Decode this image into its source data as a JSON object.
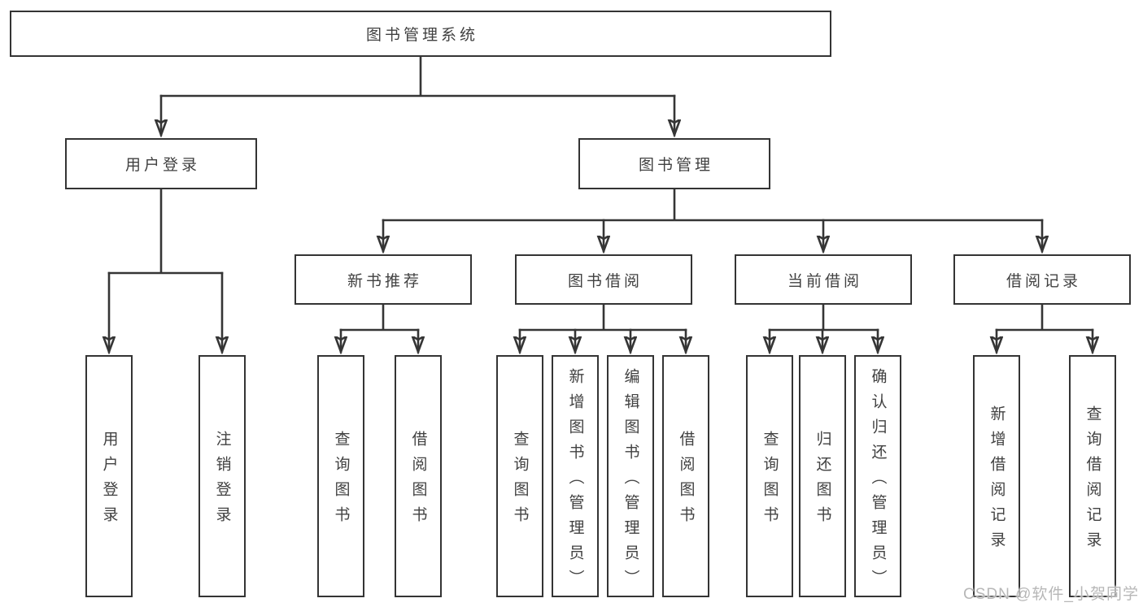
{
  "diagram": {
    "root": "图书管理系统",
    "user_login": {
      "label": "用户登录",
      "children": [
        "用户登录",
        "注销登录"
      ]
    },
    "book_mgmt": {
      "label": "图书管理",
      "sections": {
        "new_books": {
          "label": "新书推荐",
          "children": [
            "查询图书",
            "借阅图书"
          ]
        },
        "book_borrow": {
          "label": "图书借阅",
          "children": [
            "查询图书",
            "新增图书（管理员）",
            "编辑图书（管理员）",
            "借阅图书"
          ]
        },
        "current_borrow": {
          "label": "当前借阅",
          "children": [
            "查询图书",
            "归还图书",
            "确认归还（管理员）"
          ]
        },
        "borrow_records": {
          "label": "借阅记录",
          "children": [
            "新增借阅记录",
            "查询借阅记录"
          ]
        }
      }
    }
  },
  "watermark": {
    "text": "CSDN @软件_小贺同学"
  },
  "colors": {
    "line": "#353535",
    "node_border": "#343434",
    "text": "#414141",
    "watermark": "#b7b7b7",
    "background": "#ffffff"
  }
}
